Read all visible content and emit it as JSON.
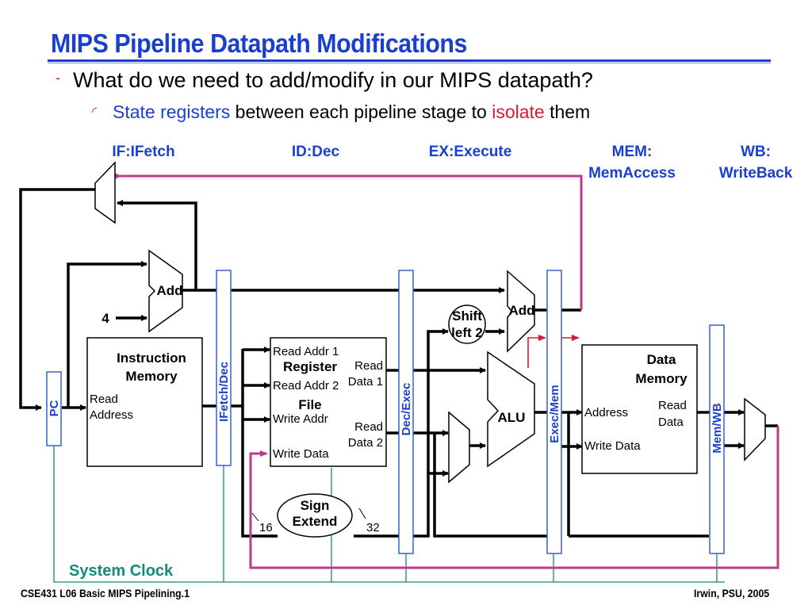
{
  "slide": {
    "title": "MIPS Pipeline Datapath Modifications",
    "bullet1": "What do we need to add/modify in our MIPS datapath?",
    "bullet2": {
      "highlight1": "State registers",
      "middle": " between each pipeline stage to ",
      "highlight2": "isolate",
      "end": " them"
    }
  },
  "stages": [
    {
      "id": "if",
      "line1": "IF:IFetch",
      "line2": ""
    },
    {
      "id": "id",
      "line1": "ID:Dec",
      "line2": ""
    },
    {
      "id": "ex",
      "line1": "EX:Execute",
      "line2": ""
    },
    {
      "id": "mem",
      "line1": "MEM:",
      "line2": "MemAccess"
    },
    {
      "id": "wb",
      "line1": "WB:",
      "line2": "WriteBack"
    }
  ],
  "pipeline_registers": {
    "pc": "PC",
    "ifid": "IFetch/Dec",
    "idex": "Dec/Exec",
    "exmem": "Exec/Mem",
    "memwb": "Mem/WB"
  },
  "components": {
    "pc_adder": "Add",
    "constant_four": "4",
    "instruction_memory": {
      "title1": "Instruction",
      "title2": "Memory",
      "port1": "Read",
      "port2": "Address"
    },
    "register_file": {
      "title1": "Register",
      "title2": "File",
      "read_addr1": "Read Addr 1",
      "read_addr2": "Read Addr 2",
      "write_addr": "Write Addr",
      "write_data": "Write Data",
      "read_data1a": "Read",
      "read_data1b": "Data 1",
      "read_data2a": "Read",
      "read_data2b": "Data 2"
    },
    "shift_left": {
      "line1": "Shift",
      "line2": "left 2"
    },
    "branch_adder": "Add",
    "alu": "ALU",
    "data_memory": {
      "title1": "Data",
      "title2": "Memory",
      "address": "Address",
      "write_data": "Write Data",
      "read_data1": "Read",
      "read_data2": "Data"
    },
    "sign_extend": {
      "line1": "Sign",
      "line2": "Extend",
      "in_bits": "16",
      "out_bits": "32"
    }
  },
  "clock_label": "System Clock",
  "colors": {
    "title_blue": "#1a3fcf",
    "highlight_red": "#d9183a",
    "feedback_magenta": "#c0398f",
    "clock_teal": "#138a7a",
    "register_outline": "#3b5fc9"
  },
  "footer": {
    "left": "CSE431  L06 Basic MIPS Pipelining.1",
    "right": "Irwin, PSU, 2005"
  }
}
